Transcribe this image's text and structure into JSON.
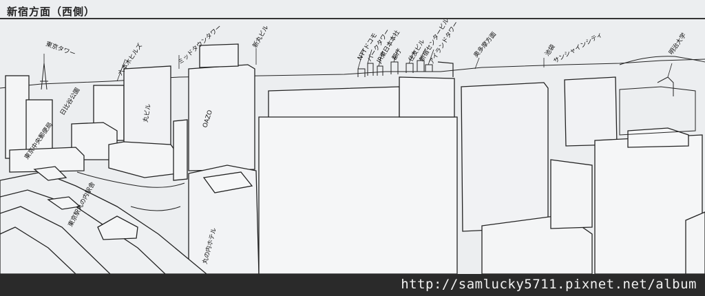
{
  "header": {
    "title": "新宿方面（西側）"
  },
  "labels": {
    "tokyo_tower": "東京タワー",
    "roppongi_hills": "六本木ヒルズ",
    "mid_town": "ミッドタウンタワー",
    "shin_maru": "新丸ビル",
    "ntt_docomo": "NTTドコモ",
    "park_tower": "パークタワー",
    "jr_east": "JR東日本本社",
    "tocho": "都庁",
    "sumitomo": "住友ビル",
    "shinjuku_center": "新宿センタービル",
    "island_tower": "アイランドタワー",
    "okutama": "奥多摩方面",
    "ikebukuro": "池袋",
    "sunshine": "サンシャインシティ",
    "meiji_univ": "明治大学",
    "hibiya_park": "日比谷公園",
    "maru_building": "丸ビル",
    "oazo": "OAZO",
    "central_post_office": "東京中央郵便局",
    "tokyo_station_marunouchi": "東京駅丸の内駅舎",
    "marunouchi_hotel": "丸の内ホテル"
  },
  "watermark": {
    "url": "http://samlucky5711.pixnet.net/album"
  }
}
